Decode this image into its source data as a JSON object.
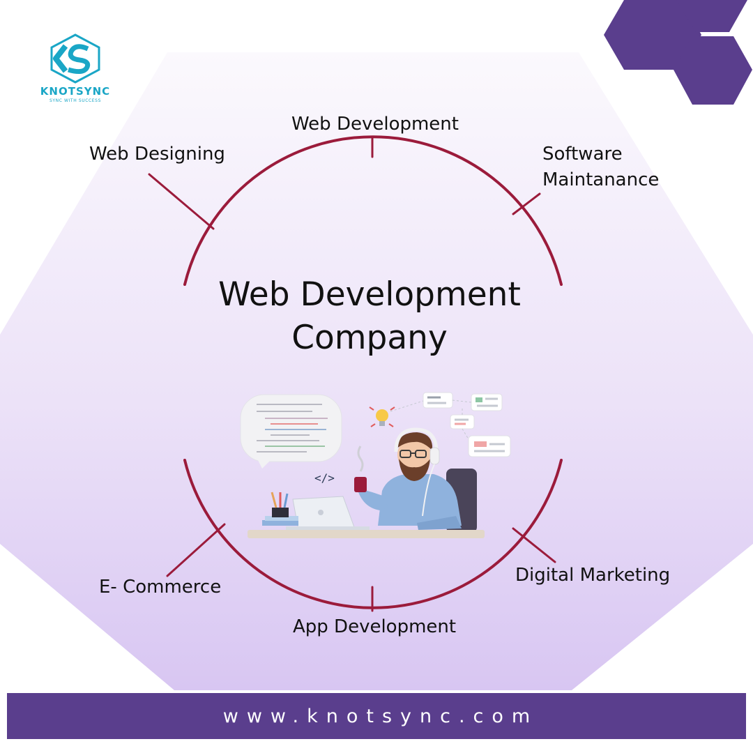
{
  "brand": {
    "name": "KNOTSYNC",
    "tagline": "SYNC WITH SUCCESS",
    "primary_color": "#1aa6c6",
    "accent_color": "#5a3e8d",
    "ring_color": "#9b1b3b"
  },
  "heading": {
    "line1": "Web Development",
    "line2": "Company"
  },
  "services": {
    "web_development": "Web Development",
    "web_designing": "Web  Designing",
    "software_maintanance_line1": "Software",
    "software_maintanance_line2": "Maintanance",
    "e_commerce": "E- Commerce",
    "app_development": "App Development",
    "digital_marketing": "Digital Marketing"
  },
  "illustration": {
    "code_symbol": "</>"
  },
  "footer": {
    "url": "www.knotsync.com"
  }
}
